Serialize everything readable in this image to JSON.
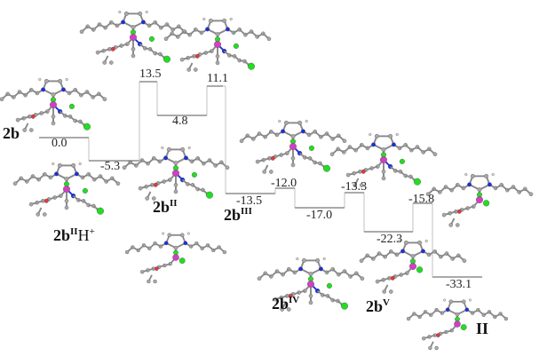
{
  "energies": [
    "0.0",
    "-5.3",
    "13.5",
    "4.8",
    "11.1",
    "-13.5",
    "-12.0",
    "-17.0",
    "-13.3",
    "-22.3",
    "-15.8",
    "-33.1"
  ],
  "species": {
    "s2b": {
      "base": "2b"
    },
    "s2bIIH": {
      "base": "2b",
      "sup": "II",
      "suffix": "H",
      "suffix_sup": "+"
    },
    "s2bII": {
      "base": "2b",
      "sup": "II"
    },
    "s2bIII": {
      "base": "2b",
      "sup": "III"
    },
    "s2bIV": {
      "base": "2b",
      "sup": "IV"
    },
    "s2bV": {
      "base": "2b",
      "sup": "V"
    },
    "sII": {
      "base": "II"
    }
  },
  "colors": {
    "carbon": "#a8a8a8",
    "nitrogen": "#1a2fe0",
    "oxygen": "#e03a3a",
    "chlorine": "#22dd22",
    "metal": "#d040c0",
    "line": "#999999"
  }
}
